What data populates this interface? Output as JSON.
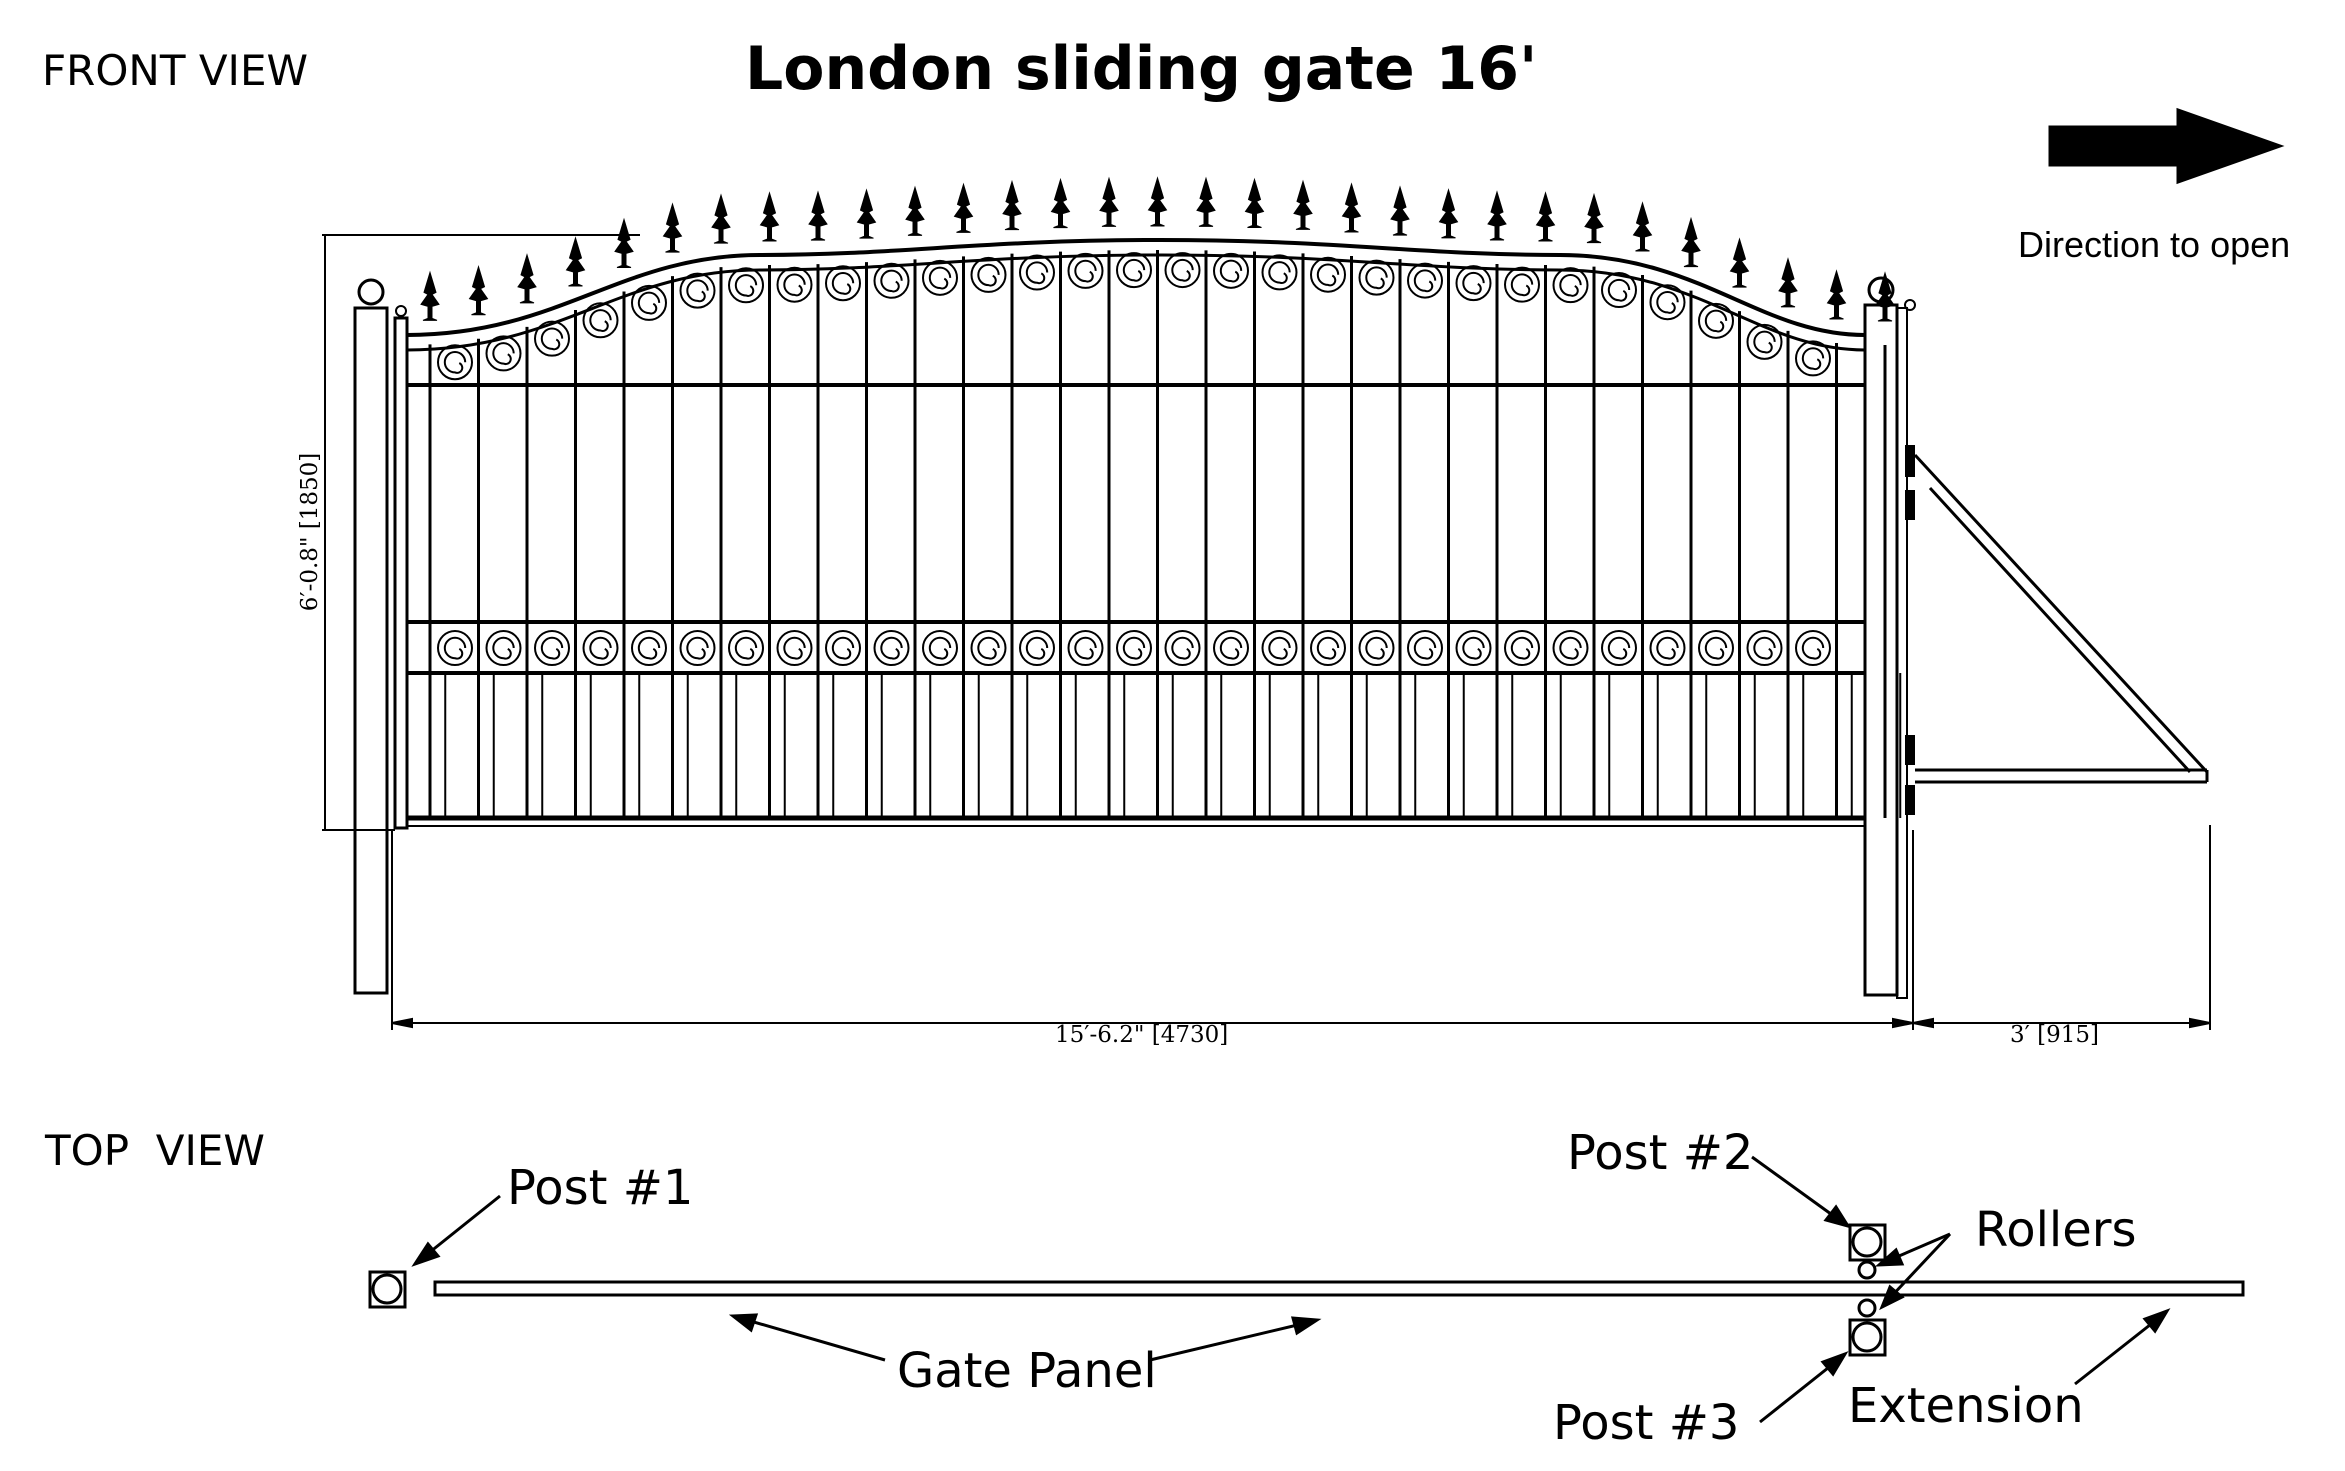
{
  "title": "London sliding gate 16'",
  "front_view_label": "FRONT VIEW",
  "top_view_label": "TOP  VIEW",
  "direction_label": "Direction to open",
  "dimensions": {
    "height": "6′-0.8\" [1850]",
    "width": "15′-6.2\" [4730]",
    "extension": "3′ [915]"
  },
  "callouts": {
    "post1": "Post #1",
    "post2": "Post #2",
    "post3": "Post #3",
    "rollers": "Rollers",
    "gate_panel": "Gate Panel",
    "extension": "Extension"
  },
  "arrow_icon": "right-arrow-icon",
  "stroke_color": "#000000"
}
